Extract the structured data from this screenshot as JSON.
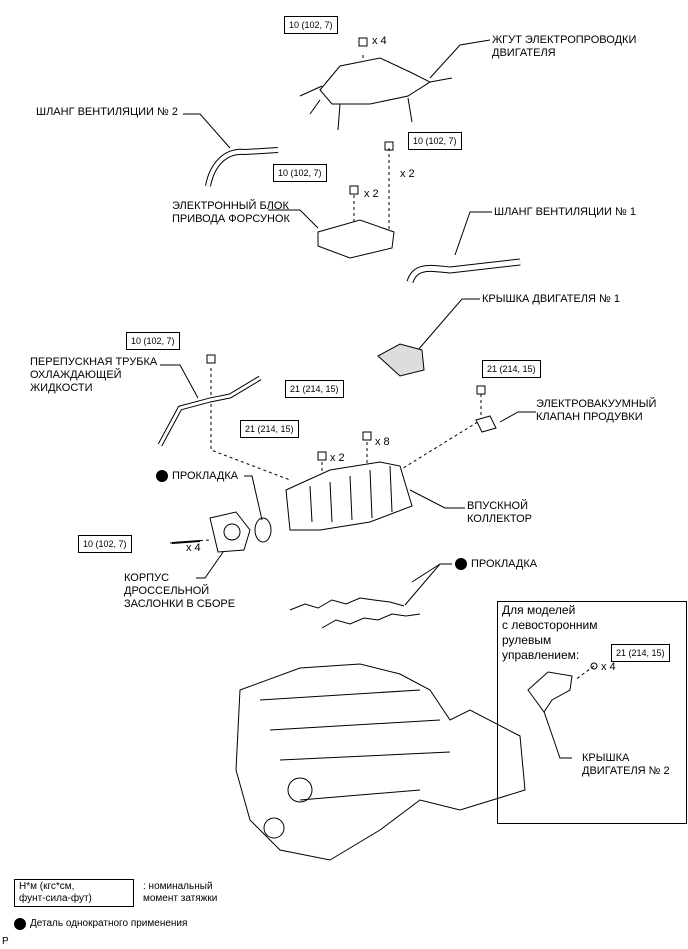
{
  "labels": {
    "wire_harness": "ЖГУТ ЭЛЕКТРОПРОВОДКИ\nДВИГАТЕЛЯ",
    "vent_hose_2": "ШЛАНГ ВЕНТИЛЯЦИИ № 2",
    "injector_driver": "ЭЛЕКТРОННЫЙ БЛОК\nПРИВОДА ФОРСУНОК",
    "vent_hose_1": "ШЛАНГ ВЕНТИЛЯЦИИ № 1",
    "engine_cover_1": "КРЫШКА ДВИГАТЕЛЯ № 1",
    "bypass_pipe": "ПЕРЕПУСКНАЯ ТРУБКА\nОХЛАЖДАЮЩЕЙ\nЖИДКОСТИ",
    "vsv_purge": "ЭЛЕКТРОВАКУУМНЫЙ\nКЛАПАН ПРОДУВКИ",
    "gasket_a": "ПРОКЛАДКА",
    "intake_manifold": "ВПУСКНОЙ\nКОЛЛЕКТОР",
    "throttle_body": "КОРПУС\nДРОССЕЛЬНОЙ\nЗАСЛОНКИ В СБОРЕ",
    "gasket_b": "ПРОКЛАДКА",
    "engine_cover_2": "КРЫШКА\nДВИГАТЕЛЯ № 2"
  },
  "torques": {
    "t1": "10 (102, 7)",
    "t2": "10 (102, 7)",
    "t3": "10 (102, 7)",
    "t4": "10 (102, 7)",
    "t5": "21 (214, 15)",
    "t6": "21 (214, 15)",
    "t7": "21 (214, 15)",
    "t8": "10 (102, 7)",
    "t9": "21 (214, 15)"
  },
  "quantities": {
    "q1": "x 4",
    "q2": "x 2",
    "q3": "x 2",
    "q4": "x 2",
    "q5": "x 8",
    "q6": "x 4",
    "q7": "x 4"
  },
  "inset": {
    "title": "Для моделей\nс левосторонним\nрулевым\nуправлением:"
  },
  "legend": {
    "unit_box": "Н*м (кгс*см,\nфунт-сила-фут)",
    "unit_desc": ": номинальный\nмомент затяжки",
    "single_use": "Деталь однократного применения"
  },
  "figure_code": "P",
  "colors": {
    "line": "#000000",
    "fill": "#ffffff",
    "shade": "#d9d9d9"
  }
}
